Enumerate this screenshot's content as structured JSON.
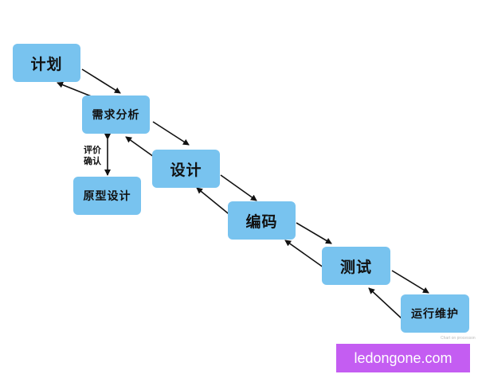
{
  "nodes": {
    "plan": "计划",
    "requirements": "需求分析",
    "prototype": "原型设计",
    "design": "设计",
    "coding": "编码",
    "testing": "测试",
    "maintenance": "运行维护"
  },
  "review_label": {
    "line1": "评价",
    "line2": "确认"
  },
  "watermark": "ledongone.com",
  "credit": "Chart on processon",
  "colors": {
    "node_fill": "#78c3ef",
    "watermark_bg": "#c45df2",
    "arrow": "#111111"
  }
}
